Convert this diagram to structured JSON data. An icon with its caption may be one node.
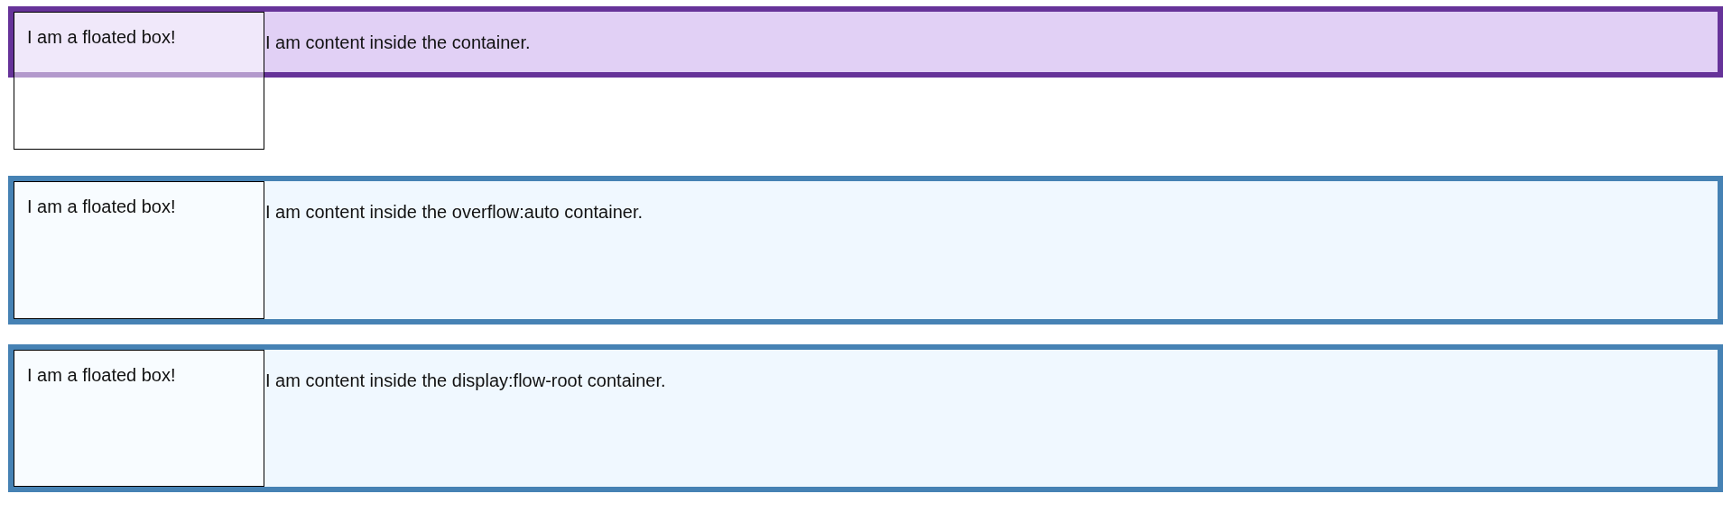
{
  "diagram": {
    "nodes": [
      {
        "text": [
          "I am content inside the container."
        ]
      },
      {
        "text": [
          "I am a floated box!"
        ]
      },
      {
        "text": [
          "I am content inside the overflow:auto container."
        ]
      },
      {
        "text": [
          "I am a floated box!"
        ],
        "in": 2
      },
      {
        "text": [
          "I am content inside the display:flow-root container."
        ]
      },
      {
        "text": [
          "I am a floated box!"
        ],
        "in": 4
      }
    ]
  }
}
